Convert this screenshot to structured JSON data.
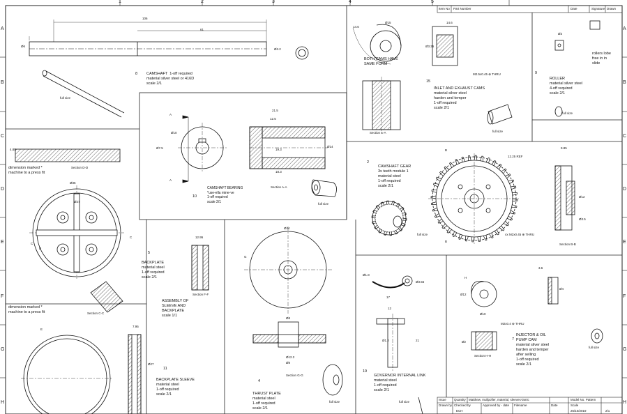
{
  "grid": {
    "rows": [
      "A",
      "B",
      "C",
      "D",
      "E",
      "F",
      "G",
      "H"
    ],
    "cols": [
      "1",
      "2",
      "3",
      "4",
      "5"
    ]
  },
  "title_block": {
    "header": [
      "Item No",
      "Part Number",
      "Date",
      "Signature",
      "Drawn"
    ],
    "row1": [
      "Issue",
      "Quantity",
      "Matthew, mullpofier, material, sleeves-lamic",
      "Model No. Pattern"
    ],
    "row2": [
      "Drawn by",
      "Checked by",
      "Approved by - date",
      "Filename",
      "Date",
      "Scale",
      ""
    ],
    "values": [
      "ECH",
      "25/10/2019",
      "2/1"
    ]
  },
  "marks": {
    "A": "A",
    "B": "B",
    "C": "C",
    "D": "D",
    "E": "E",
    "G": "G",
    "H": "H"
  },
  "dims": {
    "camshaft": [
      "106",
      "61",
      "Ø6",
      "Ø3.2"
    ],
    "bearing": [
      "Ø10",
      "Ø7.5",
      "21.5",
      "12.5",
      "19.3",
      "18.3",
      "Ø14"
    ],
    "backplate": [
      "4.85",
      "Ø35",
      "Ø27",
      "12.95"
    ],
    "sleeve": [
      "7.95",
      "Ø27"
    ],
    "thrust": [
      "Ø24",
      "Ø8",
      "Ø12.2",
      "Ø8"
    ],
    "cams": [
      "Ø15",
      "14.6",
      "14.6",
      "Ø3.35",
      "M2.5x0.45 ⊕ THRU"
    ],
    "roller": [
      "Ø3"
    ],
    "gear": [
      "12.25 REF",
      "4x M2x0.45 ⊕ THRU",
      "9.85",
      "Ø12",
      "Ø3.5"
    ],
    "governor": [
      "Ø1.8",
      "Ø3.55",
      "17",
      "12",
      "Ø1.2",
      "21"
    ],
    "injector": [
      "Ø12",
      "Ø10",
      "3.6",
      "Ø4",
      "M2x0.4 ⊕ THRU",
      "Ø2"
    ]
  },
  "notes": {
    "press_fit": "dimension marked *\nmachine to a press fit",
    "both_cams": "BOTH CAMS HAVE\nSAME FORM",
    "rollers": "rollers lobe\nfree in in\nslide"
  },
  "parts": {
    "camshaft": {
      "marker": "8",
      "note": "CAMSHAFT  1-off required\nmaterial silver steel or 416D\nscale 2/1",
      "view": "full size"
    },
    "bearing": {
      "marker": "10",
      "note": "CAMSHAFT BEARING\n*use-ella mine-ve\n1-off required\nscale 2/1",
      "section": "Section A-A",
      "view": "full size"
    },
    "backplate": {
      "marker": "5",
      "note": "BACKPLATE\nmaterial steel\n1-off required\nscale 2/1",
      "section_dd": "Section D-D",
      "section_cc": "Section C-C"
    },
    "assembly": {
      "note": "ASSEMBLY OF\nSLEEVE AND\nBACKPLATE\nscale 1/1",
      "section": "Section F-F"
    },
    "sleeve": {
      "marker": "11",
      "note": "BACKPLATE SLEEVE\nmaterial steel\n1-off required\nscale 2/1"
    },
    "thrust": {
      "marker": "4",
      "note": "THRUST PLATE\nmaterial steel\n1-off required\nscale 2/1",
      "section": "Section G-G",
      "view": "full size"
    },
    "cams": {
      "marker": "15",
      "note": "INLET AND EXHAUST CAMS\nmaterial silver steel\nharden and temper\n1-off required\nscale 2/1",
      "section": "Section A-A",
      "view": "full size"
    },
    "roller": {
      "marker": "9",
      "note": "ROLLER\nmaterial silver steel\n4-off required\nscale 2/1",
      "view": "full size"
    },
    "gear": {
      "marker": "2",
      "note": "CAMSHAFT GEAR\n3x teeth module 1\nmaterial steel\n1-off required\nscale 2/1",
      "view": "full size",
      "section": "Section B-B"
    },
    "governor": {
      "marker": "19",
      "note": "GOVERNOR INTERNAL LINK\nmaterial steel\n1-off required\nscale 2/1",
      "view": "full size"
    },
    "injector": {
      "marker": "7",
      "note": "INJECTOR & OIL\nPUMP CAM\nmaterial silver steel\nharden and temper\nafter selling\n1-off required\nscale 2/1",
      "section": "Section H-H",
      "view": "full size"
    }
  }
}
